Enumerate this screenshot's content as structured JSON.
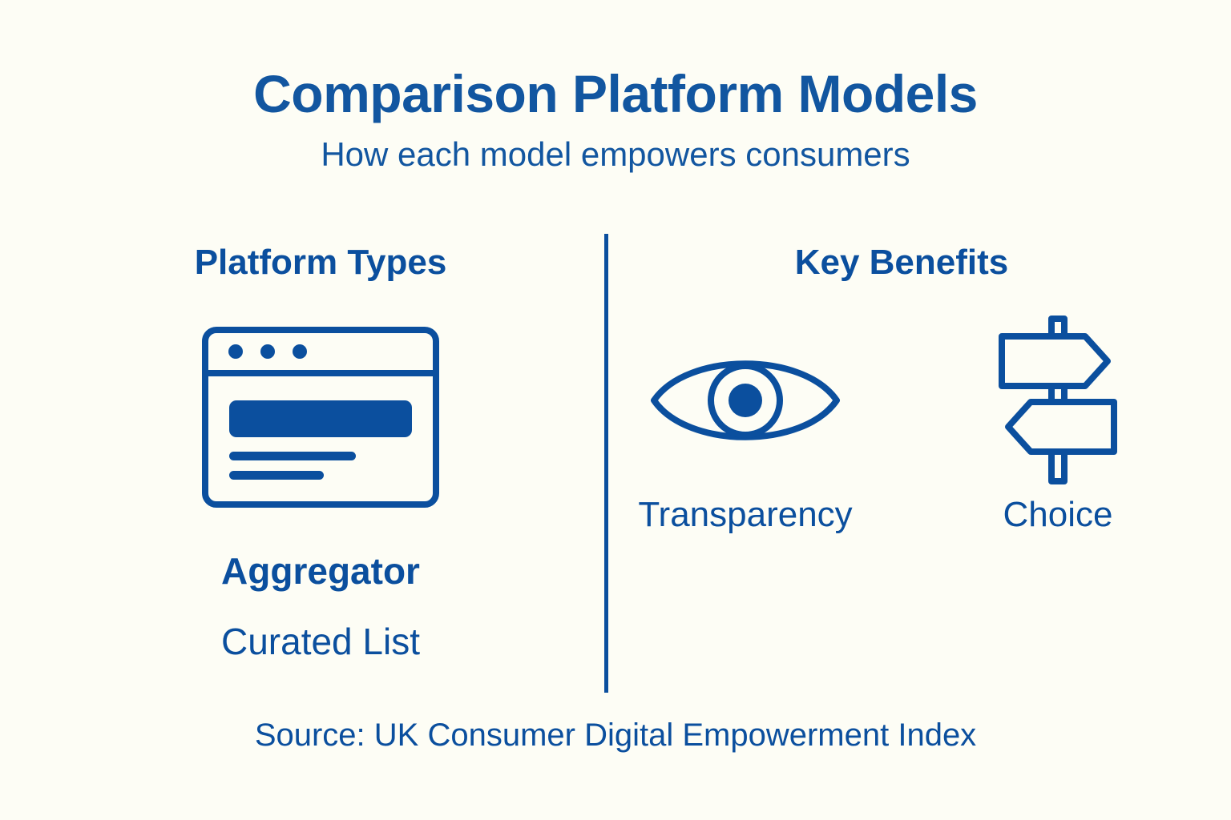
{
  "header": {
    "title": "Comparison Platform Models",
    "subtitle": "How each model empowers consumers"
  },
  "colors": {
    "background": "#FDFDF5",
    "primary_blue": "#0B4F9E",
    "title_blue": "#1256A0"
  },
  "left_column": {
    "heading": "Platform Types",
    "icon": "browser-window-icon",
    "items": [
      {
        "label": "Aggregator",
        "emphasis": "bold"
      },
      {
        "label": "Curated List",
        "emphasis": "regular"
      }
    ]
  },
  "right_column": {
    "heading": "Key Benefits",
    "benefits": [
      {
        "label": "Transparency",
        "icon": "eye-icon"
      },
      {
        "label": "Choice",
        "icon": "signpost-icon"
      }
    ]
  },
  "footer": {
    "source": "Source: UK Consumer Digital Empowerment Index"
  }
}
